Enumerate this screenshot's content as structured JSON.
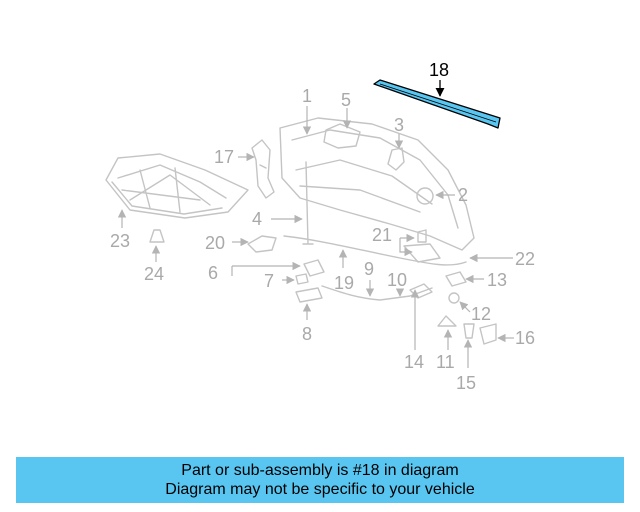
{
  "highlight_color": "#59c6f2",
  "callouts": {
    "c1": "1",
    "c2": "2",
    "c3": "3",
    "c4": "4",
    "c5": "5",
    "c6": "6",
    "c7": "7",
    "c8": "8",
    "c9": "9",
    "c10": "10",
    "c11": "11",
    "c12": "12",
    "c13": "13",
    "c14": "14",
    "c15": "15",
    "c16": "16",
    "c17": "17",
    "c18": "18",
    "c19": "19",
    "c20": "20",
    "c21": "21",
    "c22": "22",
    "c23": "23",
    "c24": "24"
  },
  "banner": {
    "line1": "Part or sub-assembly is #18 in diagram",
    "line2": "Diagram may not be specific to your vehicle"
  }
}
